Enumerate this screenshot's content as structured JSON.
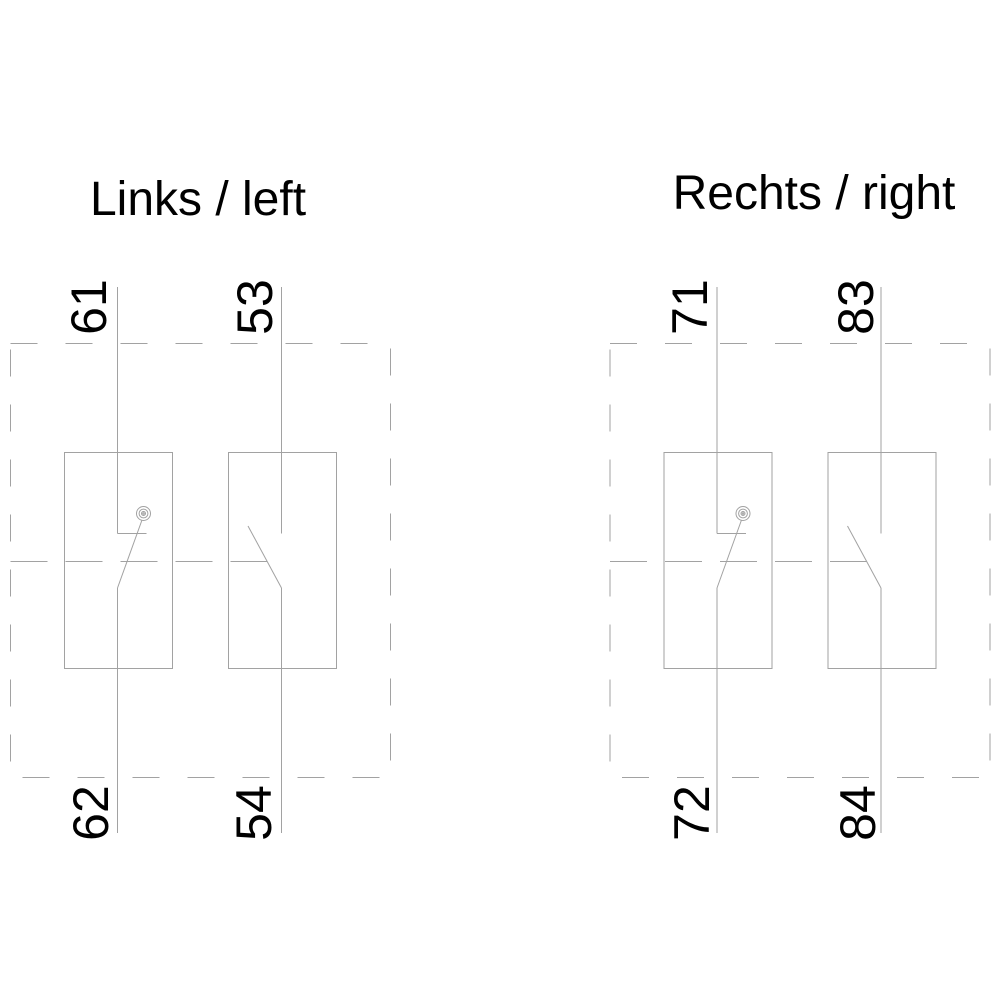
{
  "colors": {
    "background": "#ffffff",
    "line": "#a2a2a2",
    "text": "#000000"
  },
  "diagrams": [
    {
      "title": "Links / left",
      "contacts": [
        {
          "symbol": "nc-contact-with-actuator",
          "top_terminal": "61",
          "bottom_terminal": "62"
        },
        {
          "symbol": "no-contact",
          "top_terminal": "53",
          "bottom_terminal": "54"
        }
      ]
    },
    {
      "title": "Rechts / right",
      "contacts": [
        {
          "symbol": "nc-contact-with-actuator",
          "top_terminal": "71",
          "bottom_terminal": "72"
        },
        {
          "symbol": "no-contact",
          "top_terminal": "83",
          "bottom_terminal": "84"
        }
      ]
    }
  ]
}
